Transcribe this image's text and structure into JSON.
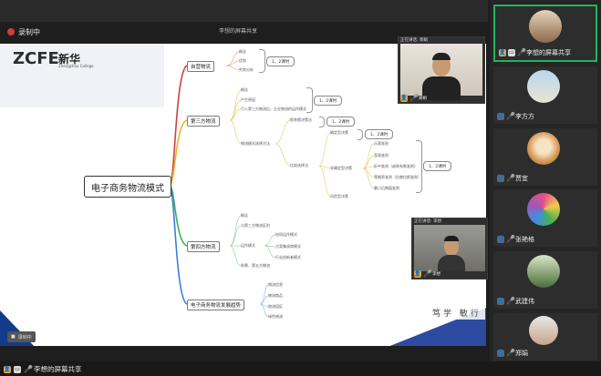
{
  "recording": {
    "label": "录制中"
  },
  "share_header": {
    "title": "李想的屏幕共享"
  },
  "slide": {
    "logo": "ZCFE",
    "logo_cn": "新华",
    "logo_sub": "Zhengzhou College",
    "central": "电子商务物流模式",
    "branches": [
      {
        "label": "自营物流",
        "leaves": [
          "概念",
          "优势",
          "劣势分析"
        ],
        "pill": "1、2课时"
      },
      {
        "label": "第三方物流",
        "leaves": [
          "概念",
          "产生原因",
          "引入第三方物流后，企业物流的运作模式",
          "物流模式选择方法"
        ],
        "pill": "1、2课时"
      },
      {
        "label": "第四方物流",
        "leaves": [
          "概念",
          "与第三方物流区别",
          "运作模式",
          "协同运作模式",
          "方案集成商模式",
          "行业创新者模式",
          "前景、第五方物流"
        ]
      },
      {
        "label": "电子商务物流发展趋势",
        "leaves": [
          "物流信息",
          "物流商品",
          "物流园区",
          "绿色物流"
        ]
      }
    ],
    "sub_nodes": {
      "matrix": "矩阵图决策法",
      "compare": "比较选择法",
      "pill_a": "1、2课时",
      "pill_b": "1、2课时",
      "pill_c": "1、2课时",
      "decision": "确定型决策",
      "uncertain": "非确定型决策",
      "risk": "风险型决策",
      "methods": [
        "乐观准则",
        "悲观准则",
        "折中准则（或称系数准则）",
        "等概率准则（拉普拉斯准则）",
        "最小后悔值准则"
      ]
    },
    "motto": "笃学 敏行",
    "ctrl_text": "录制中"
  },
  "presenter_main": {
    "label": "正在讲话: 郑娟",
    "name": "郑娟"
  },
  "presenter_small": {
    "label": "正在讲话: 李想",
    "name": "李想"
  },
  "participants": [
    {
      "name": "李想的屏幕共享",
      "active": true,
      "mic": "on"
    },
    {
      "name": "李方方",
      "active": false,
      "mic": "off"
    },
    {
      "name": "贾宜",
      "active": false,
      "mic": "off"
    },
    {
      "name": "张艳格",
      "active": false,
      "mic": "off"
    },
    {
      "name": "武建伟",
      "active": false,
      "mic": "off"
    },
    {
      "name": "郑娟",
      "active": false,
      "mic": "off"
    }
  ],
  "bottom_share": {
    "label": "李想的屏幕共享"
  },
  "colors": {
    "active_border": "#1fb55e",
    "recording": "#d63b3b",
    "slide_blue": "#123c8b"
  }
}
